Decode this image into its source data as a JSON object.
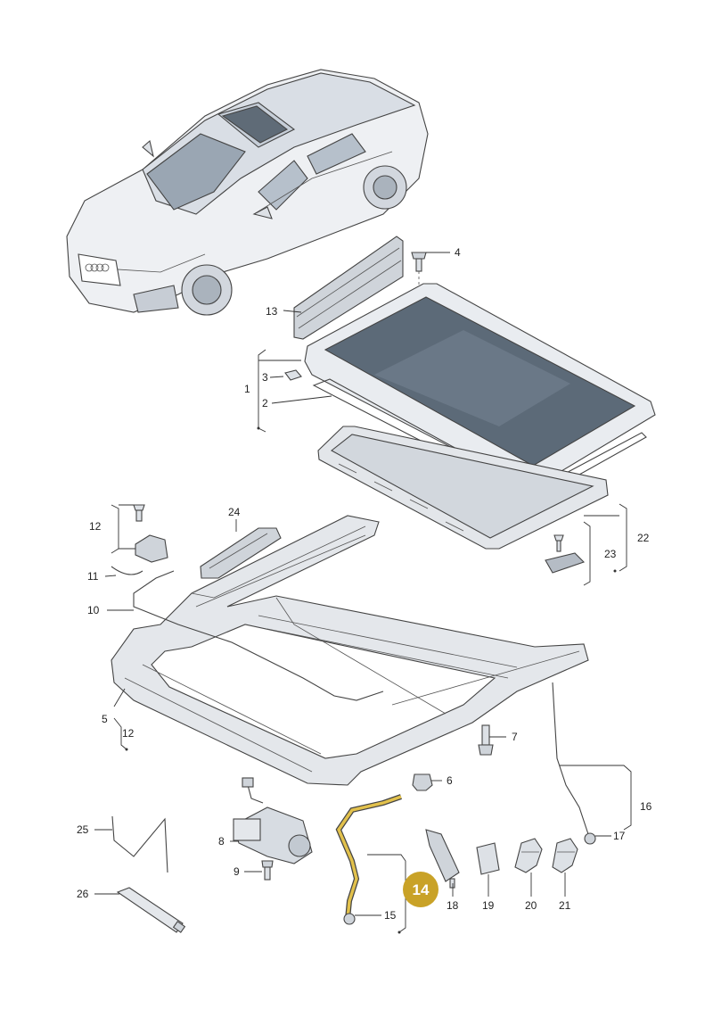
{
  "callouts": {
    "c1": "1",
    "c2": "2",
    "c3": "3",
    "c4": "4",
    "c5": "5",
    "c6": "6",
    "c7": "7",
    "c8": "8",
    "c9": "9",
    "c10": "10",
    "c11": "11",
    "c12a": "12",
    "c12b": "12",
    "c13": "13",
    "c15": "15",
    "c16": "16",
    "c17": "17",
    "c18": "18",
    "c19": "19",
    "c20": "20",
    "c21": "21",
    "c22": "22",
    "c23": "23",
    "c24": "24",
    "c25": "25",
    "c26": "26"
  },
  "highlight": {
    "label": "14",
    "color": "#c9a227"
  },
  "colors": {
    "line": "#444444",
    "part_fill": "#e6e9ed",
    "glass": "#5c6a78",
    "highlight": "#d4af37"
  }
}
